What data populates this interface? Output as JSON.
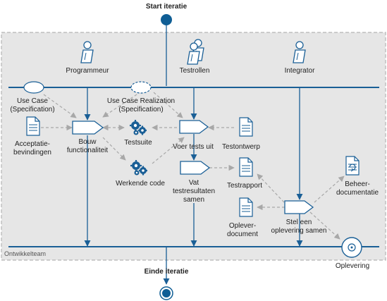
{
  "diagram": {
    "start_label": "Start iteratie",
    "end_label": "Einde iteratie",
    "container_label": "Ontwikkelteam",
    "roles": {
      "programmer": "Programmeur",
      "testroles": "Testrollen",
      "integrator": "Integrator"
    },
    "artifacts": {
      "use_case": [
        "Use Case",
        "(Specification)"
      ],
      "use_case_realization": [
        "Use Case Realization",
        "(Specification)"
      ],
      "acceptance": [
        "Acceptatie-",
        "bevindingen"
      ],
      "testsuite": "Testsuite",
      "testdesign": "Testontwerp",
      "working_code": "Werkende code",
      "testreport": "Testrapport",
      "maintenance_doc": [
        "Beheer-",
        "documentatie"
      ],
      "delivery_doc": [
        "Oplever-",
        "document"
      ],
      "delivery": "Oplevering"
    },
    "activities": {
      "build": [
        "Bouw",
        "functionaliteit"
      ],
      "run_tests": "Voer tests uit",
      "summarize": [
        "Vat",
        "testresultaten",
        "samen"
      ],
      "deliver": [
        "Stel een",
        "oplevering samen"
      ]
    },
    "colors": {
      "primary": "#1a5f96",
      "node_fill": "#0f5e95",
      "container_fill": "#e6e6e6",
      "container_border": "#b4b4b4",
      "dashed": "#a8a8a8",
      "activity_fill": "#ffffff"
    },
    "icons": {
      "role": "person-icon",
      "testroles": "people-icon",
      "document": "document-icon",
      "gears": "gears-icon",
      "cycle": "cycle-document-icon",
      "disc": "disc-icon"
    }
  }
}
